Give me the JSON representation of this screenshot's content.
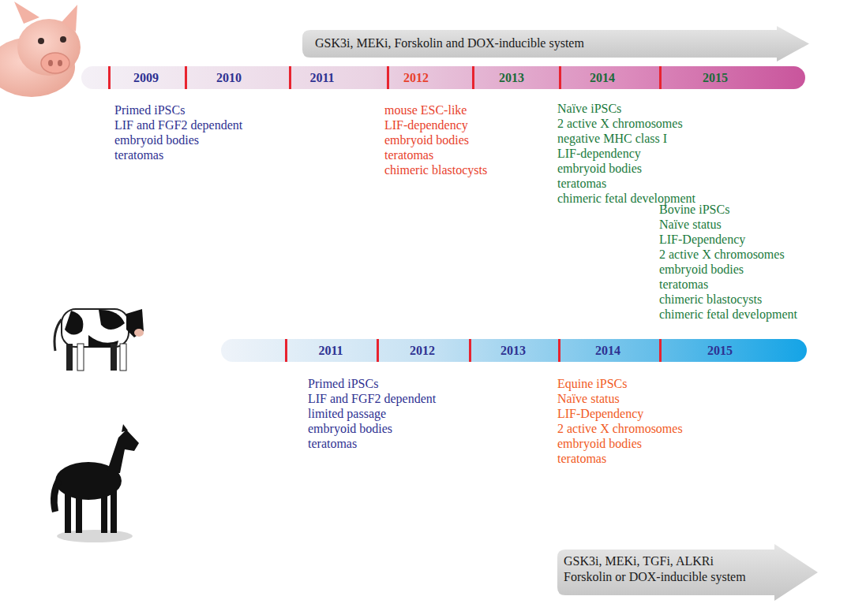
{
  "diagram": {
    "nodes": [
      {
        "text": [
          "GSK3i, MEKi, Forskolin and DOX-inducible system"
        ]
      },
      {
        "text": [
          "2009",
          "2010",
          "2011",
          "2012",
          "2013",
          "2014",
          "2015"
        ]
      },
      {
        "text": [
          "2011",
          "2012",
          "2013",
          "2014",
          "2015"
        ]
      },
      {
        "text": [
          "GSK3i, MEKi, TGFi, ALKRi",
          "Forskolin or DOX-inducible system"
        ]
      }
    ],
    "labels": [
      "Primed iPSCs",
      "LIF and FGF2 dependent",
      "embryoid bodies",
      "teratomas",
      "mouse ESC-like",
      "LIF-dependency",
      "embryoid bodies",
      "teratomas",
      "chimeric blastocysts",
      "Naïve iPSCs",
      "2 active X chromosomes",
      "negative MHC class I",
      "LIF-dependency",
      "embryoid bodies",
      "teratomas",
      "chimeric fetal development",
      "Bovine iPSCs",
      "Naïve status",
      "LIF-Dependency",
      "2 active X chromosomes",
      "embryoid bodies",
      "teratomas",
      "chimeric blastocysts",
      "chimeric fetal development",
      "Primed iPSCs",
      "LIF and FGF2 dependent",
      "limited passage",
      "embryoid bodies",
      "teratomas",
      "Equine iPSCs",
      "Naïve status",
      "LIF-Dependency",
      "2 active X chromosomes",
      "embryoid bodies",
      "teratomas"
    ]
  }
}
